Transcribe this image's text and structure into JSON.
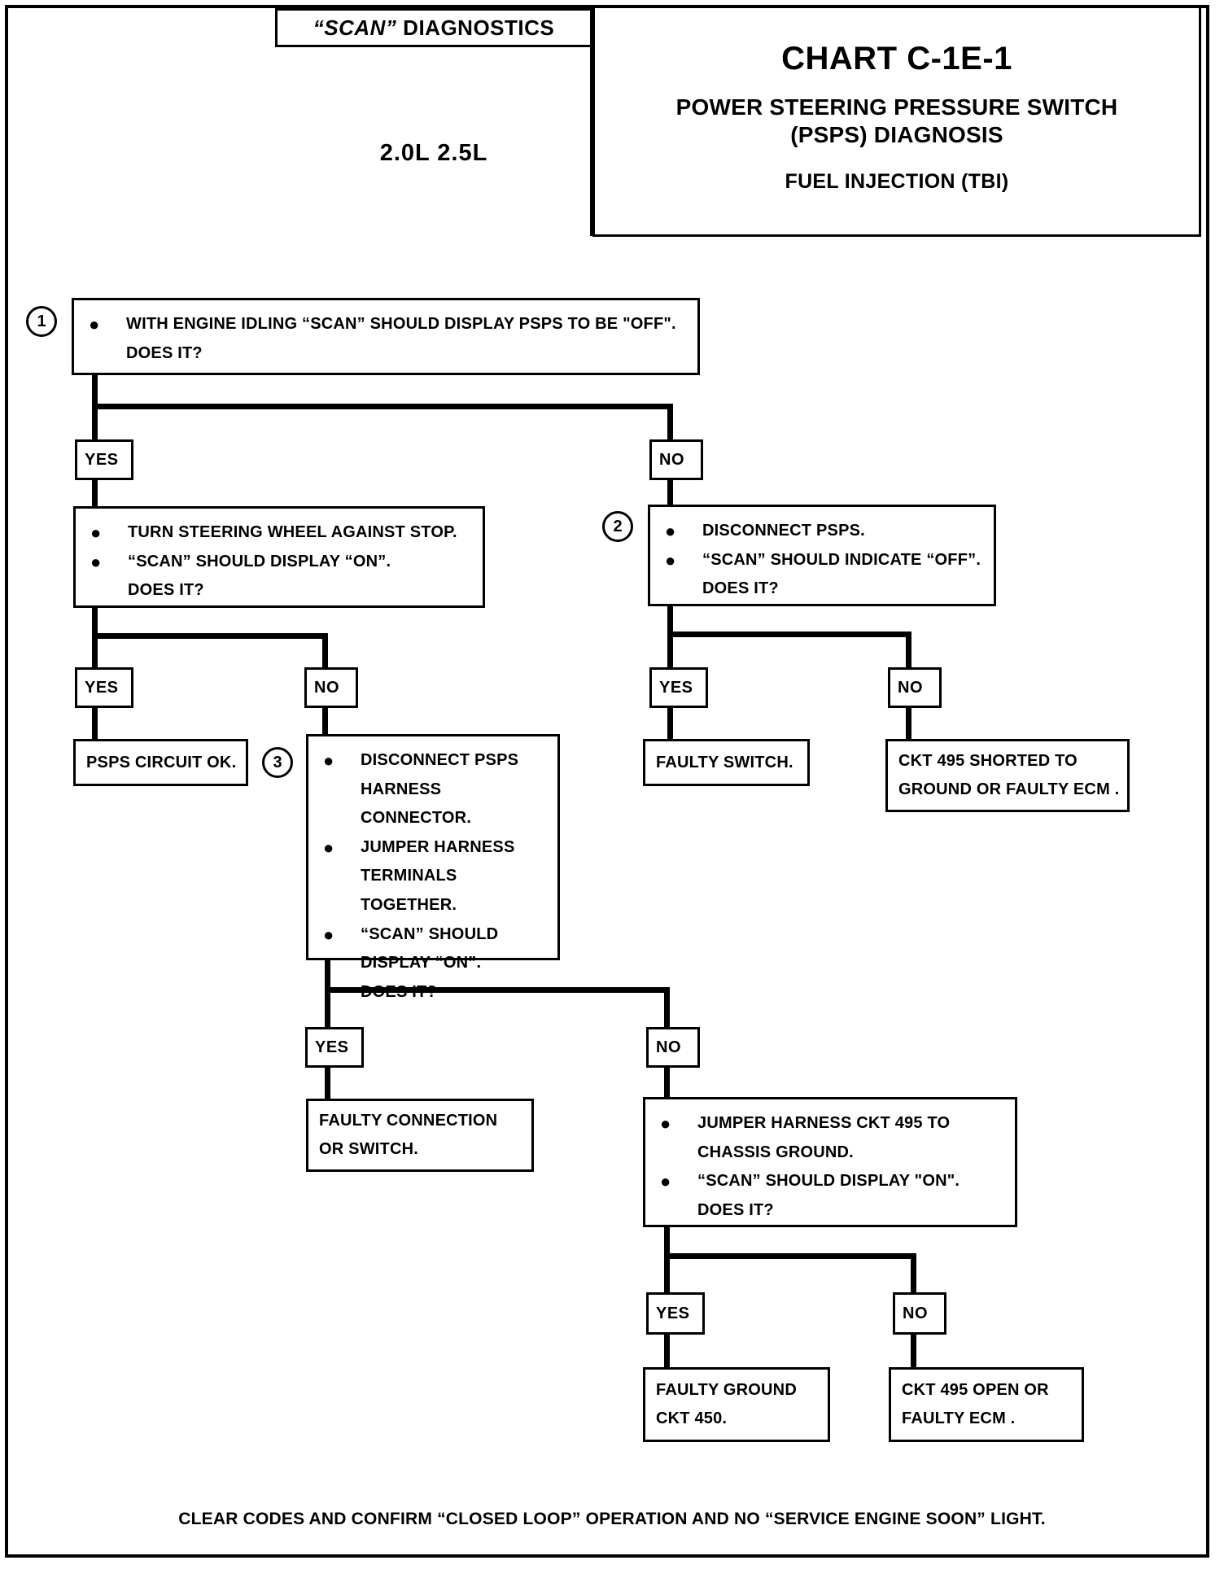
{
  "header": {
    "scan_label_quoted": "“SCAN”",
    "scan_label_rest": " DIAGNOSTICS",
    "engine": "2.0L 2.5L",
    "chart_number": "CHART C-1E-1",
    "subtitle_line1": "POWER STEERING PRESSURE SWITCH",
    "subtitle_line2": "(PSPS) DIAGNOSIS",
    "fuel_system": "FUEL INJECTION (TBI)"
  },
  "steps": {
    "step1": {
      "number": "1",
      "bullet1": "WITH ENGINE IDLING “SCAN” SHOULD DISPLAY PSPS TO BE \"OFF\".",
      "question": "DOES IT?"
    },
    "step_turn": {
      "bullet1": "TURN STEERING WHEEL AGAINST STOP.",
      "bullet2": "“SCAN” SHOULD DISPLAY “ON”.",
      "question": "DOES IT?"
    },
    "step2": {
      "number": "2",
      "bullet1": "DISCONNECT PSPS.",
      "bullet2": "“SCAN” SHOULD INDICATE  “OFF”.",
      "question": "DOES IT?"
    },
    "step3": {
      "number": "3",
      "bullet1_line1": "DISCONNECT PSPS",
      "bullet1_line2": "HARNESS CONNECTOR.",
      "bullet2_line1": "JUMPER HARNESS",
      "bullet2_line2": "TERMINALS TOGETHER.",
      "bullet3_line1": "“SCAN” SHOULD",
      "bullet3_line2": "DISPLAY “ON”.",
      "question": "DOES IT?"
    },
    "step_jumper_ground": {
      "bullet1_line1": "JUMPER HARNESS CKT 495 TO",
      "bullet1_line2": "CHASSIS GROUND.",
      "bullet2_line1": "“SCAN” SHOULD DISPLAY \"ON\".",
      "question": "DOES IT?"
    }
  },
  "branches": {
    "yes": "YES",
    "no": "NO"
  },
  "terminals": {
    "psps_ok": "PSPS CIRCUIT OK.",
    "faulty_switch": "FAULTY SWITCH.",
    "ckt495_shorted_l1": "CKT 495 SHORTED TO",
    "ckt495_shorted_l2": "GROUND OR FAULTY ECM .",
    "faulty_connection_l1": "FAULTY CONNECTION",
    "faulty_connection_l2": "OR  SWITCH.",
    "faulty_ground_l1": "FAULTY GROUND",
    "faulty_ground_l2": "CKT 450.",
    "ckt495_open_l1": "CKT 495 OPEN OR",
    "ckt495_open_l2": "FAULTY ECM ."
  },
  "footer": {
    "note": "CLEAR CODES AND CONFIRM “CLOSED LOOP”  OPERATION AND NO “SERVICE ENGINE SOON” LIGHT."
  }
}
